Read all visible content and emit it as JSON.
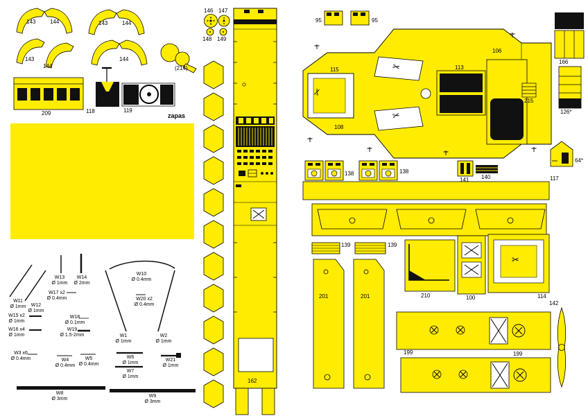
{
  "colors": {
    "part_yellow": "#ffec00",
    "ink": "#000000",
    "paper": "#ffffff"
  },
  "icons": {
    "scissors": "✂"
  },
  "parts": {
    "p143": "143",
    "p144": "144",
    "p209": "209",
    "p118": "118",
    "p119": "119",
    "zapas": "zapas",
    "p146": "146",
    "p147": "147",
    "p148": "148",
    "p149": "149",
    "p214": "(214)",
    "p95": "95",
    "p106": "106",
    "p115": "115",
    "p113": "113",
    "p166": "166",
    "p215": "215",
    "p126": "126*",
    "p108": "108",
    "p64": "64*",
    "p138": "138",
    "p141": "141",
    "p140": "140",
    "p117": "117",
    "p139": "139",
    "p201": "201",
    "p210": "210",
    "p100": "100",
    "p114": "114",
    "p142": "142",
    "p199": "199",
    "p162": "162"
  },
  "wires": [
    {
      "id": "W1",
      "qty": "",
      "dia": "Ø 1mm"
    },
    {
      "id": "W2",
      "qty": "",
      "dia": "Ø 1mm"
    },
    {
      "id": "W3",
      "qty": "x6",
      "dia": "Ø 0.4mm"
    },
    {
      "id": "W4",
      "qty": "",
      "dia": "Ø 0.4mm"
    },
    {
      "id": "W5",
      "qty": "",
      "dia": "Ø 0.4mm"
    },
    {
      "id": "W6",
      "qty": "",
      "dia": "Ø 1mm"
    },
    {
      "id": "W7",
      "qty": "",
      "dia": "Ø 1mm"
    },
    {
      "id": "W8",
      "qty": "",
      "dia": "Ø 3mm"
    },
    {
      "id": "W9",
      "qty": "",
      "dia": "Ø 3mm"
    },
    {
      "id": "W10",
      "qty": "",
      "dia": "Ø 0.4mm"
    },
    {
      "id": "W11",
      "qty": "",
      "dia": "Ø 1mm"
    },
    {
      "id": "W12",
      "qty": "",
      "dia": "Ø 1mm"
    },
    {
      "id": "W13",
      "qty": "",
      "dia": "Ø 1mm"
    },
    {
      "id": "W14",
      "qty": "",
      "dia": "Ø 2mm"
    },
    {
      "id": "W15",
      "qty": "x2",
      "dia": "Ø 1mm"
    },
    {
      "id": "W16",
      "qty": "x4",
      "dia": "Ø 1mm"
    },
    {
      "id": "W17",
      "qty": "x2",
      "dia": "Ø 0.4mm"
    },
    {
      "id": "W18",
      "qty": "",
      "dia": "Ø 0.1mm"
    },
    {
      "id": "W19",
      "qty": "",
      "dia": "Ø 1.5-2mm"
    },
    {
      "id": "W20",
      "qty": "x2",
      "dia": "Ø 0.4mm"
    },
    {
      "id": "W21",
      "qty": "",
      "dia": "Ø 1mm"
    }
  ]
}
